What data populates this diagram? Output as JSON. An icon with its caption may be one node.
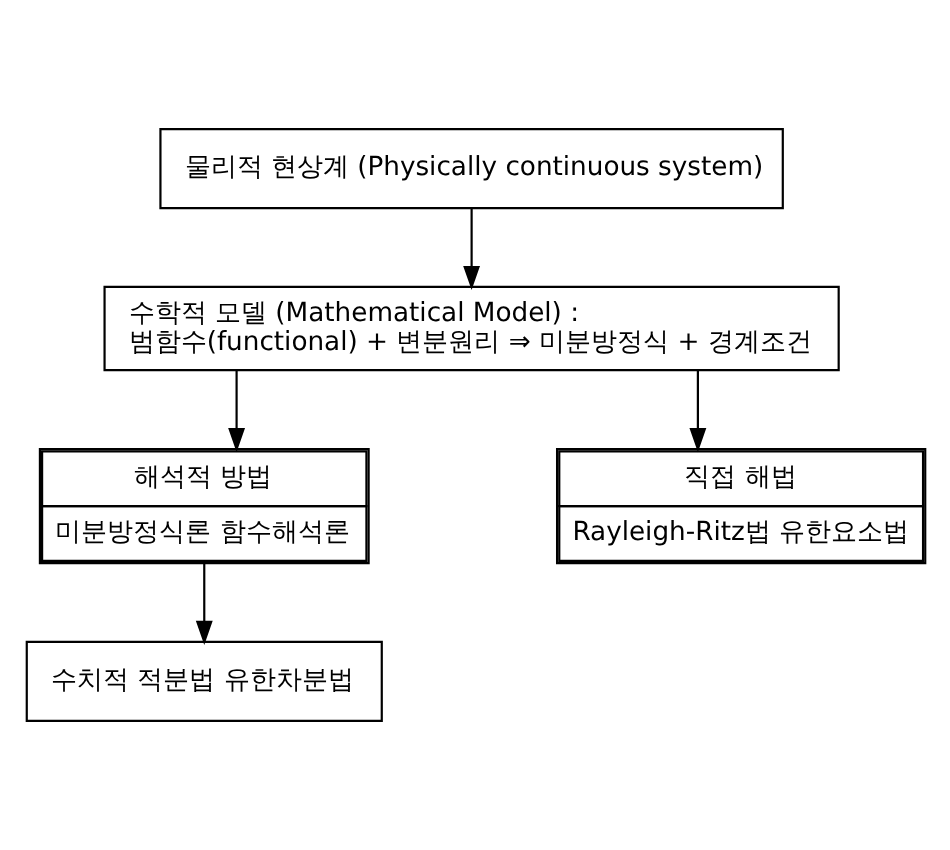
{
  "diagram": {
    "nodes": [
      {
        "text": [
          "물리적 현상계 (Physically continuous system)"
        ]
      },
      {
        "text": [
          "수학적 모델 (Mathematical Model) :",
          "범함수(functional) + 변분원리 ⇒ 미분방정식 + 경계조건"
        ]
      },
      {
        "text": [
          "해석적 방법",
          "미분방정식론 함수해석론"
        ]
      },
      {
        "text": [
          "직접 해법",
          "Rayleigh-Ritz법 유한요소법"
        ]
      },
      {
        "text": [
          "수치적 적분법 유한차분법"
        ]
      }
    ],
    "edges": [
      {
        "from": 0,
        "to": 1,
        "arrow": "to"
      },
      {
        "from": 1,
        "to": 2,
        "arrow": "to"
      },
      {
        "from": 1,
        "to": 3,
        "arrow": "to"
      },
      {
        "from": 2,
        "to": 4,
        "arrow": "to"
      }
    ]
  }
}
